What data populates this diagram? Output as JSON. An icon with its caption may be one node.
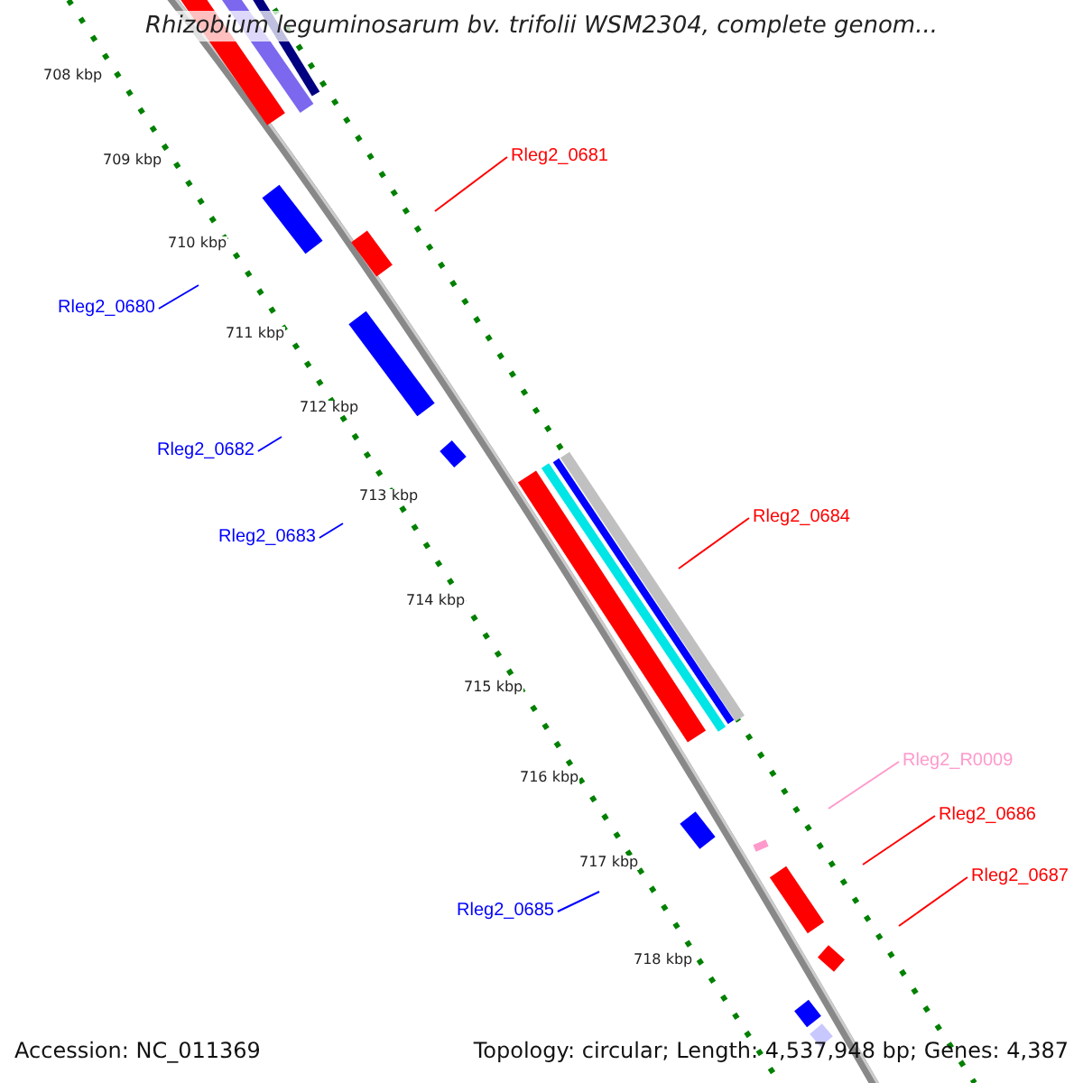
{
  "diagram": {
    "title": "Rhizobium leguminosarum bv. trifolii WSM2304, complete genom...",
    "nodes": [
      {
        "text": [
          "Rleg2_0681"
        ]
      },
      {
        "text": [
          "Rleg2_0680"
        ]
      },
      {
        "text": [
          "Rleg2_0682"
        ]
      },
      {
        "text": [
          "Rleg2_0683"
        ]
      },
      {
        "text": [
          "Rleg2_0684"
        ]
      },
      {
        "text": [
          "Rleg2_R0009"
        ]
      },
      {
        "text": [
          "Rleg2_0686"
        ]
      },
      {
        "text": [
          "Rleg2_0687"
        ]
      },
      {
        "text": [
          "Rleg2_0685"
        ]
      }
    ],
    "edges": [
      {
        "from": 0,
        "to": null,
        "arrow": "none",
        "color": "#ff0000"
      },
      {
        "from": 1,
        "to": null,
        "arrow": "none",
        "color": "#0000ff"
      },
      {
        "from": 2,
        "to": null,
        "arrow": "none",
        "color": "#0000ff"
      },
      {
        "from": 3,
        "to": null,
        "arrow": "none",
        "color": "#0000ff"
      },
      {
        "from": 4,
        "to": null,
        "arrow": "none",
        "color": "#ff0000"
      },
      {
        "from": 5,
        "to": null,
        "arrow": "none",
        "color": "#ff99cc"
      },
      {
        "from": 6,
        "to": null,
        "arrow": "none",
        "color": "#ff0000"
      },
      {
        "from": 7,
        "to": null,
        "arrow": "none",
        "color": "#ff0000"
      },
      {
        "from": 8,
        "to": null,
        "arrow": "none",
        "color": "#0000ff"
      }
    ],
    "labels": [
      "708 kbp",
      "709 kbp",
      "710 kbp",
      "711 kbp",
      "712 kbp",
      "713 kbp",
      "714 kbp",
      "715 kbp",
      "716 kbp",
      "717 kbp",
      "718 kbp",
      "Accession: NC_011369",
      "Topology: circular; Length: 4,537,948 bp; Genes: 4,387"
    ]
  }
}
